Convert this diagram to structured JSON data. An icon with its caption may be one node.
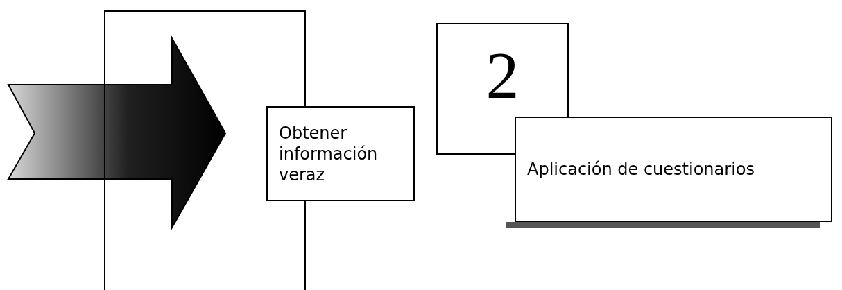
{
  "diagram": {
    "nodes": [
      {
        "text": [],
        "shape": "box"
      },
      {
        "text": [
          "Obtener información veraz"
        ]
      },
      {
        "text": [
          "2"
        ]
      },
      {
        "text": [
          "Aplicación de cuestionarios"
        ]
      }
    ]
  }
}
